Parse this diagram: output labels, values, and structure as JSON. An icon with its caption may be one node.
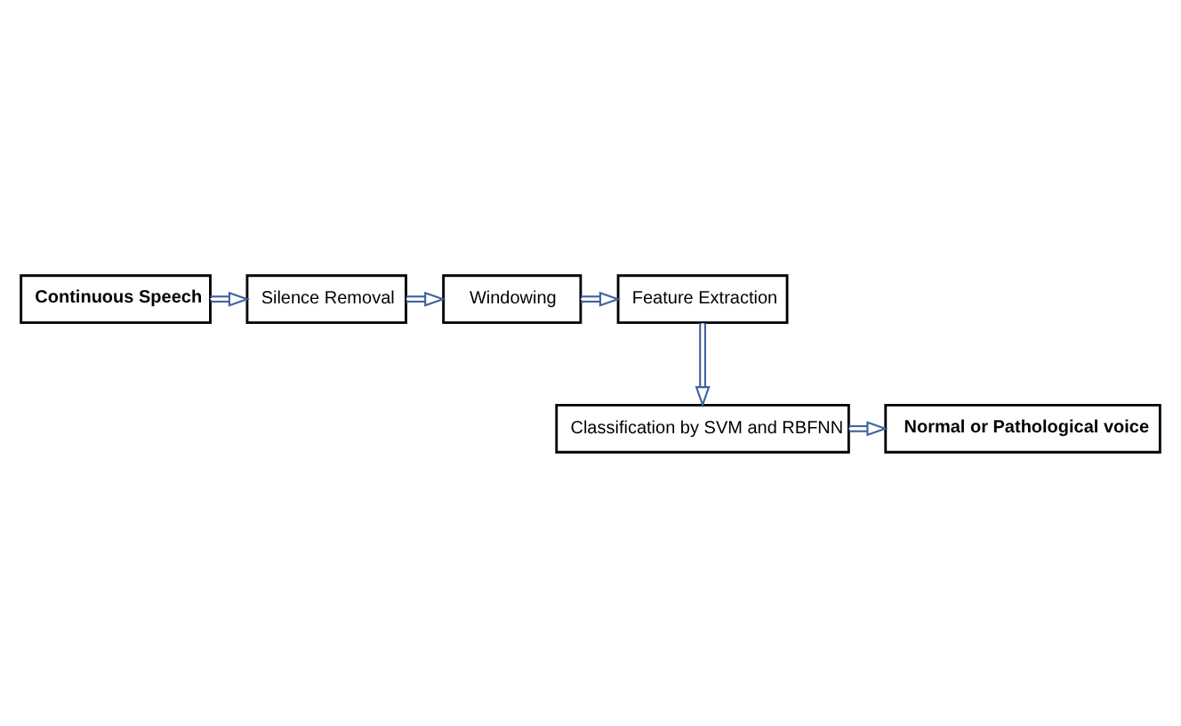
{
  "diagram": {
    "nodes": [
      {
        "text": [
          "Continuous Speech"
        ]
      },
      {
        "text": [
          "Silence Removal"
        ]
      },
      {
        "text": [
          "Windowing"
        ]
      },
      {
        "text": [
          "Feature Extraction"
        ]
      },
      {
        "text": [
          "Classification by SVM and RBFNN"
        ]
      },
      {
        "text": [
          "Normal or Pathological voice"
        ]
      }
    ],
    "edges": [
      {
        "from": 0,
        "to": 1,
        "arrow": "to"
      },
      {
        "from": 1,
        "to": 2,
        "arrow": "to"
      },
      {
        "from": 2,
        "to": 3,
        "arrow": "to"
      },
      {
        "from": 3,
        "to": 4,
        "arrow": "to"
      },
      {
        "from": 4,
        "to": 5,
        "arrow": "to"
      }
    ]
  }
}
